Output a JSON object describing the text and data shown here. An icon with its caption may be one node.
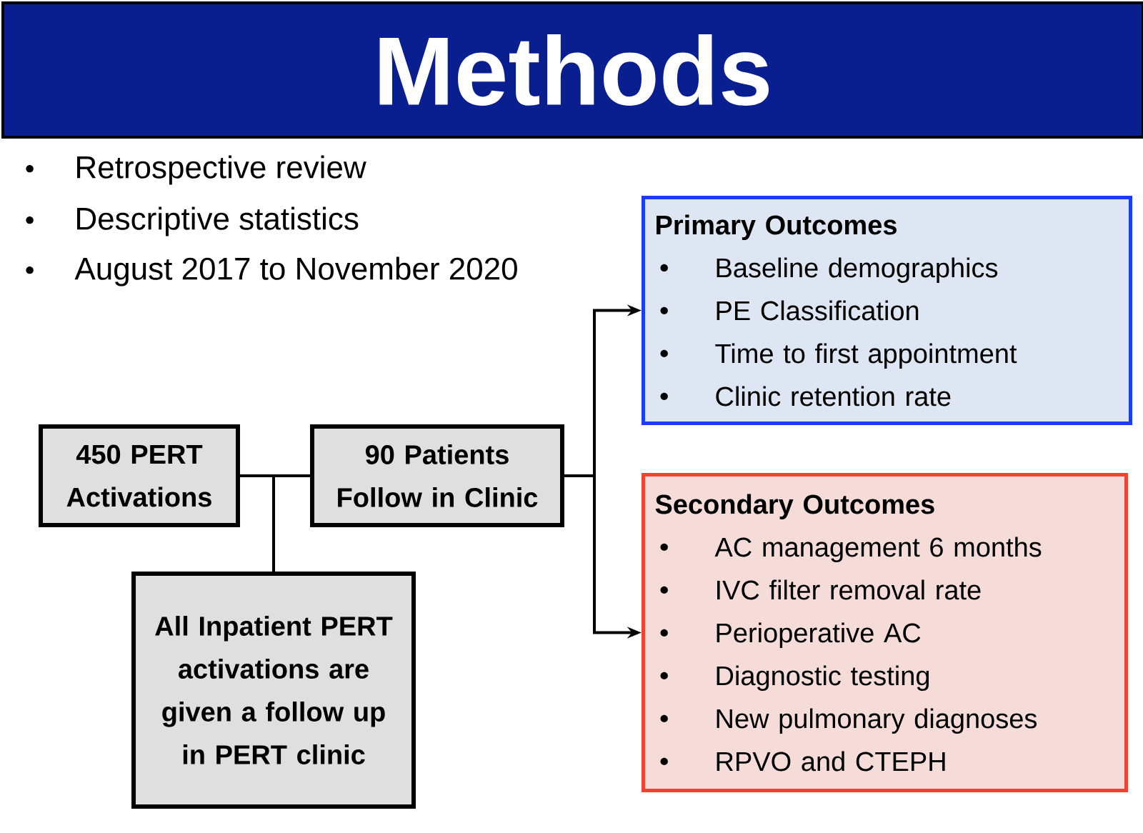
{
  "diagram": {
    "title": "Methods",
    "nodes": [
      {
        "text": [
          "450 PERT Activations"
        ]
      },
      {
        "text": [
          "90 Patients Follow in Clinic"
        ]
      },
      {
        "text": [
          "All Inpatient PERT activations are given a follow up in PERT clinic"
        ]
      },
      {
        "text": [
          "Primary Outcomes",
          "Baseline demographics",
          "PE Classification",
          "Time to first appointment",
          "Clinic retention rate"
        ]
      },
      {
        "text": [
          "Secondary Outcomes",
          "AC management 6 months",
          "IVC filter removal rate",
          "Perioperative AC",
          "Diagnostic testing",
          "New pulmonary diagnoses",
          "RPVO and CTEPH"
        ]
      }
    ],
    "edges": [
      {
        "from": 0,
        "to": 1,
        "arrow": "none"
      },
      {
        "from": 0,
        "to": 2,
        "arrow": "none"
      },
      {
        "from": 1,
        "to": 3,
        "arrow": "to"
      },
      {
        "from": 1,
        "to": 4,
        "arrow": "to"
      }
    ],
    "labels": [
      "Retrospective review",
      "Descriptive statistics",
      "August 2017 to November 2020"
    ]
  }
}
